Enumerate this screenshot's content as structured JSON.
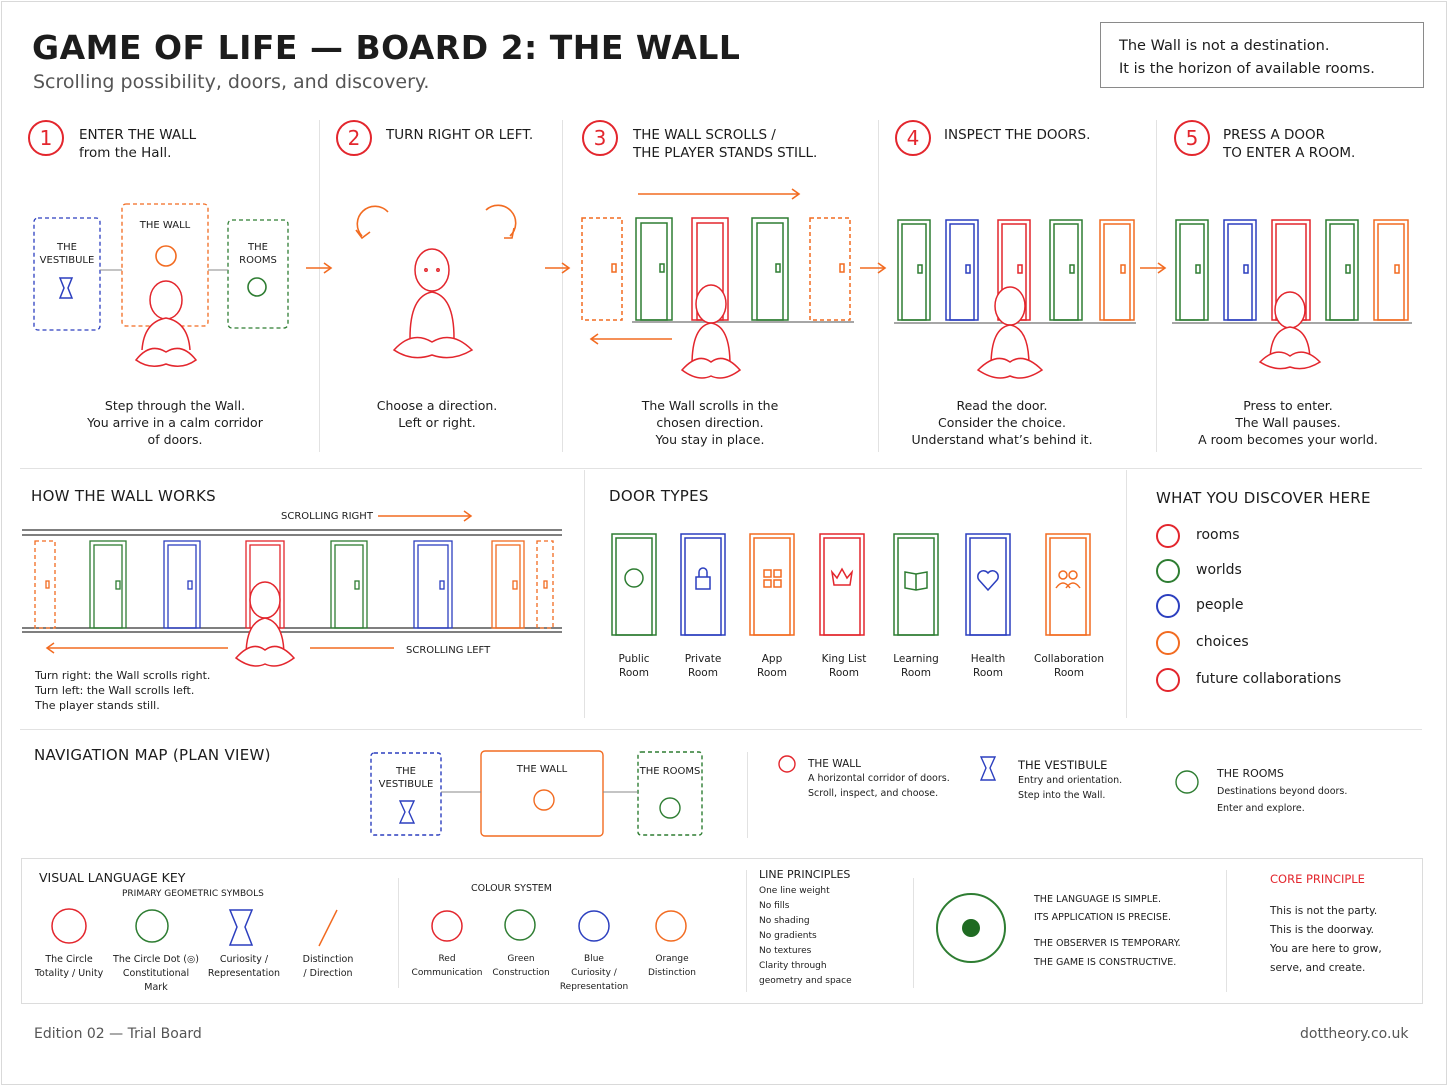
{
  "header": {
    "title": "GAME OF LIFE — BOARD 2: THE WALL",
    "subtitle": "Scrolling possibility, doors, and discovery.",
    "quote_line1": "The Wall is not a destination.",
    "quote_line2": "It is the horizon of available rooms."
  },
  "steps": [
    {
      "num": "1",
      "title1": "ENTER THE WALL",
      "title2": "from the Hall.",
      "cap": [
        "Step through the Wall.",
        "You arrive in a calm corridor",
        "of doors."
      ],
      "labels": {
        "vestibule": "THE VESTIBULE",
        "wall": "THE WALL",
        "rooms": "THE ROOMS"
      }
    },
    {
      "num": "2",
      "title1": "TURN RIGHT OR LEFT.",
      "title2": "",
      "cap": [
        "Choose a direction.",
        "Left or right."
      ]
    },
    {
      "num": "3",
      "title1": "THE WALL SCROLLS /",
      "title2": "THE PLAYER STANDS STILL.",
      "cap": [
        "The Wall scrolls in the",
        "chosen direction.",
        "You stay in place."
      ]
    },
    {
      "num": "4",
      "title1": "INSPECT THE DOORS.",
      "title2": "",
      "cap": [
        "Read the door.",
        "Consider the choice.",
        "Understand what’s behind it."
      ]
    },
    {
      "num": "5",
      "title1": "PRESS A DOOR",
      "title2": "TO ENTER A ROOM.",
      "cap": [
        "Press to enter.",
        "The Wall pauses.",
        "A room becomes your world."
      ]
    }
  ],
  "how": {
    "title": "HOW THE WALL WORKS",
    "scroll_right": "SCROLLING RIGHT",
    "scroll_left": "SCROLLING LEFT",
    "notes": [
      "Turn right: the Wall scrolls right.",
      "Turn left: the Wall scrolls left.",
      "The player stands still."
    ]
  },
  "door_types": {
    "title": "DOOR TYPES",
    "items": [
      {
        "l1": "Public",
        "l2": "Room",
        "color": "#2e7d32",
        "icon": "circle-icon"
      },
      {
        "l1": "Private",
        "l2": "Room",
        "color": "#2c3fbf",
        "icon": "padlock-icon"
      },
      {
        "l1": "App",
        "l2": "Room",
        "color": "#f26b21",
        "icon": "grid-icon"
      },
      {
        "l1": "King List",
        "l2": "Room",
        "color": "#e3262d",
        "icon": "crown-icon"
      },
      {
        "l1": "Learning",
        "l2": "Room",
        "color": "#2e7d32",
        "icon": "book-icon"
      },
      {
        "l1": "Health",
        "l2": "Room",
        "color": "#2c3fbf",
        "icon": "heart-icon"
      },
      {
        "l1": "Collaboration",
        "l2": "Room",
        "color": "#f26b21",
        "icon": "people-icon"
      }
    ]
  },
  "discover": {
    "title": "WHAT YOU DISCOVER HERE",
    "items": [
      {
        "label": "rooms",
        "color": "#e3262d"
      },
      {
        "label": "worlds",
        "color": "#2e7d32"
      },
      {
        "label": "people",
        "color": "#2c3fbf"
      },
      {
        "label": "choices",
        "color": "#f26b21"
      },
      {
        "label": "future collaborations",
        "color": "#e3262d"
      }
    ]
  },
  "navmap": {
    "title": "NAVIGATION MAP (PLAN VIEW)",
    "vestibule": "THE VESTIBULE",
    "wall": "THE WALL",
    "rooms": "THE ROOMS",
    "legend": [
      {
        "title": "THE WALL",
        "l1": "A horizontal corridor of doors.",
        "l2": "Scroll, inspect, and choose."
      },
      {
        "title": "THE VESTIBULE",
        "l1": "Entry and orientation.",
        "l2": "Step into the Wall."
      },
      {
        "title": "THE ROOMS",
        "l1": "Destinations beyond doors.",
        "l2": "Enter and explore."
      }
    ]
  },
  "key": {
    "title": "VISUAL LANGUAGE KEY",
    "primary": "PRIMARY GEOMETRIC SYMBOLS",
    "symbols": [
      {
        "l1": "The Circle",
        "l2": "Totality / Unity"
      },
      {
        "l1": "The Circle Dot (◎)",
        "l2": "Constitutional Mark"
      },
      {
        "l1": "Curiosity /",
        "l2": "Representation"
      },
      {
        "l1": "Distinction",
        "l2": "/ Direction"
      }
    ],
    "colour_title": "COLOUR SYSTEM",
    "colours": [
      {
        "l1": "Red",
        "l2": "Communication",
        "l3": "",
        "color": "#e3262d"
      },
      {
        "l1": "Green",
        "l2": "Construction",
        "l3": "",
        "color": "#2e7d32"
      },
      {
        "l1": "Blue",
        "l2": "Curiosity /",
        "l3": "Representation",
        "color": "#2c3fbf"
      },
      {
        "l1": "Orange",
        "l2": "Distinction",
        "l3": "",
        "color": "#f26b21"
      }
    ],
    "line_title": "LINE PRINCIPLES",
    "line_items": [
      "One line weight",
      "No fills",
      "No shading",
      "No gradients",
      "No textures",
      "Clarity through",
      "geometry and space"
    ],
    "language": [
      "THE LANGUAGE IS SIMPLE.",
      "ITS APPLICATION IS PRECISE.",
      "THE OBSERVER IS TEMPORARY.",
      "THE GAME IS CONSTRUCTIVE."
    ],
    "core_title": "CORE PRINCIPLE",
    "core": [
      "This is not the party.",
      "This is the doorway.",
      "You are here to grow,",
      "serve, and create."
    ]
  },
  "footer": {
    "left": "Edition 02 — Trial Board",
    "right": "dottheory.co.uk"
  }
}
